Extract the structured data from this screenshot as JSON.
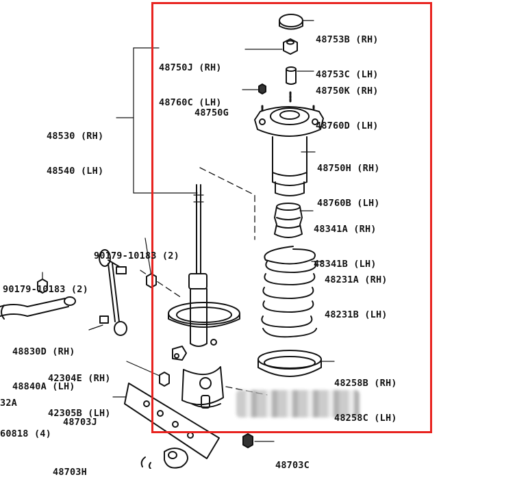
{
  "labels": {
    "cap_rh": "48753B (RH)",
    "cap_lh": "48753C (LH)",
    "nut_top_rh": "48750J (RH)",
    "nut_top_lh": "48760C (LH)",
    "bush_rh": "48750K (RH)",
    "bush_lh": "48760D (LH)",
    "nut_small": "48750G",
    "strut_rh": "48530 (RH)",
    "strut_lh": "48540 (LH)",
    "mount_rh": "48750H (RH)",
    "mount_lh": "48760B (LH)",
    "bumper_rh": "48341A (RH)",
    "bumper_lh": "48341B (LH)",
    "spring_rh": "48231A (RH)",
    "spring_lh": "48231B (LH)",
    "seat_rh": "48258B (RH)",
    "seat_lh": "48258C (LH)",
    "bolt_1": "90179-10183 (2)",
    "bolt_2": "90179-10183 (2)",
    "link_rh": "48830D (RH)",
    "link_lh": "48840A (LH)",
    "bracket_rh": "42304E (RH)",
    "bracket_lh": "42305B (LH)",
    "arm_j": "48703J",
    "arm_h": "48703H",
    "arm_c": "48703C",
    "partial_1": "32A",
    "partial_2": "60818 (4)"
  },
  "colors": {
    "line": "#111111",
    "highlight": "#e8231f"
  }
}
